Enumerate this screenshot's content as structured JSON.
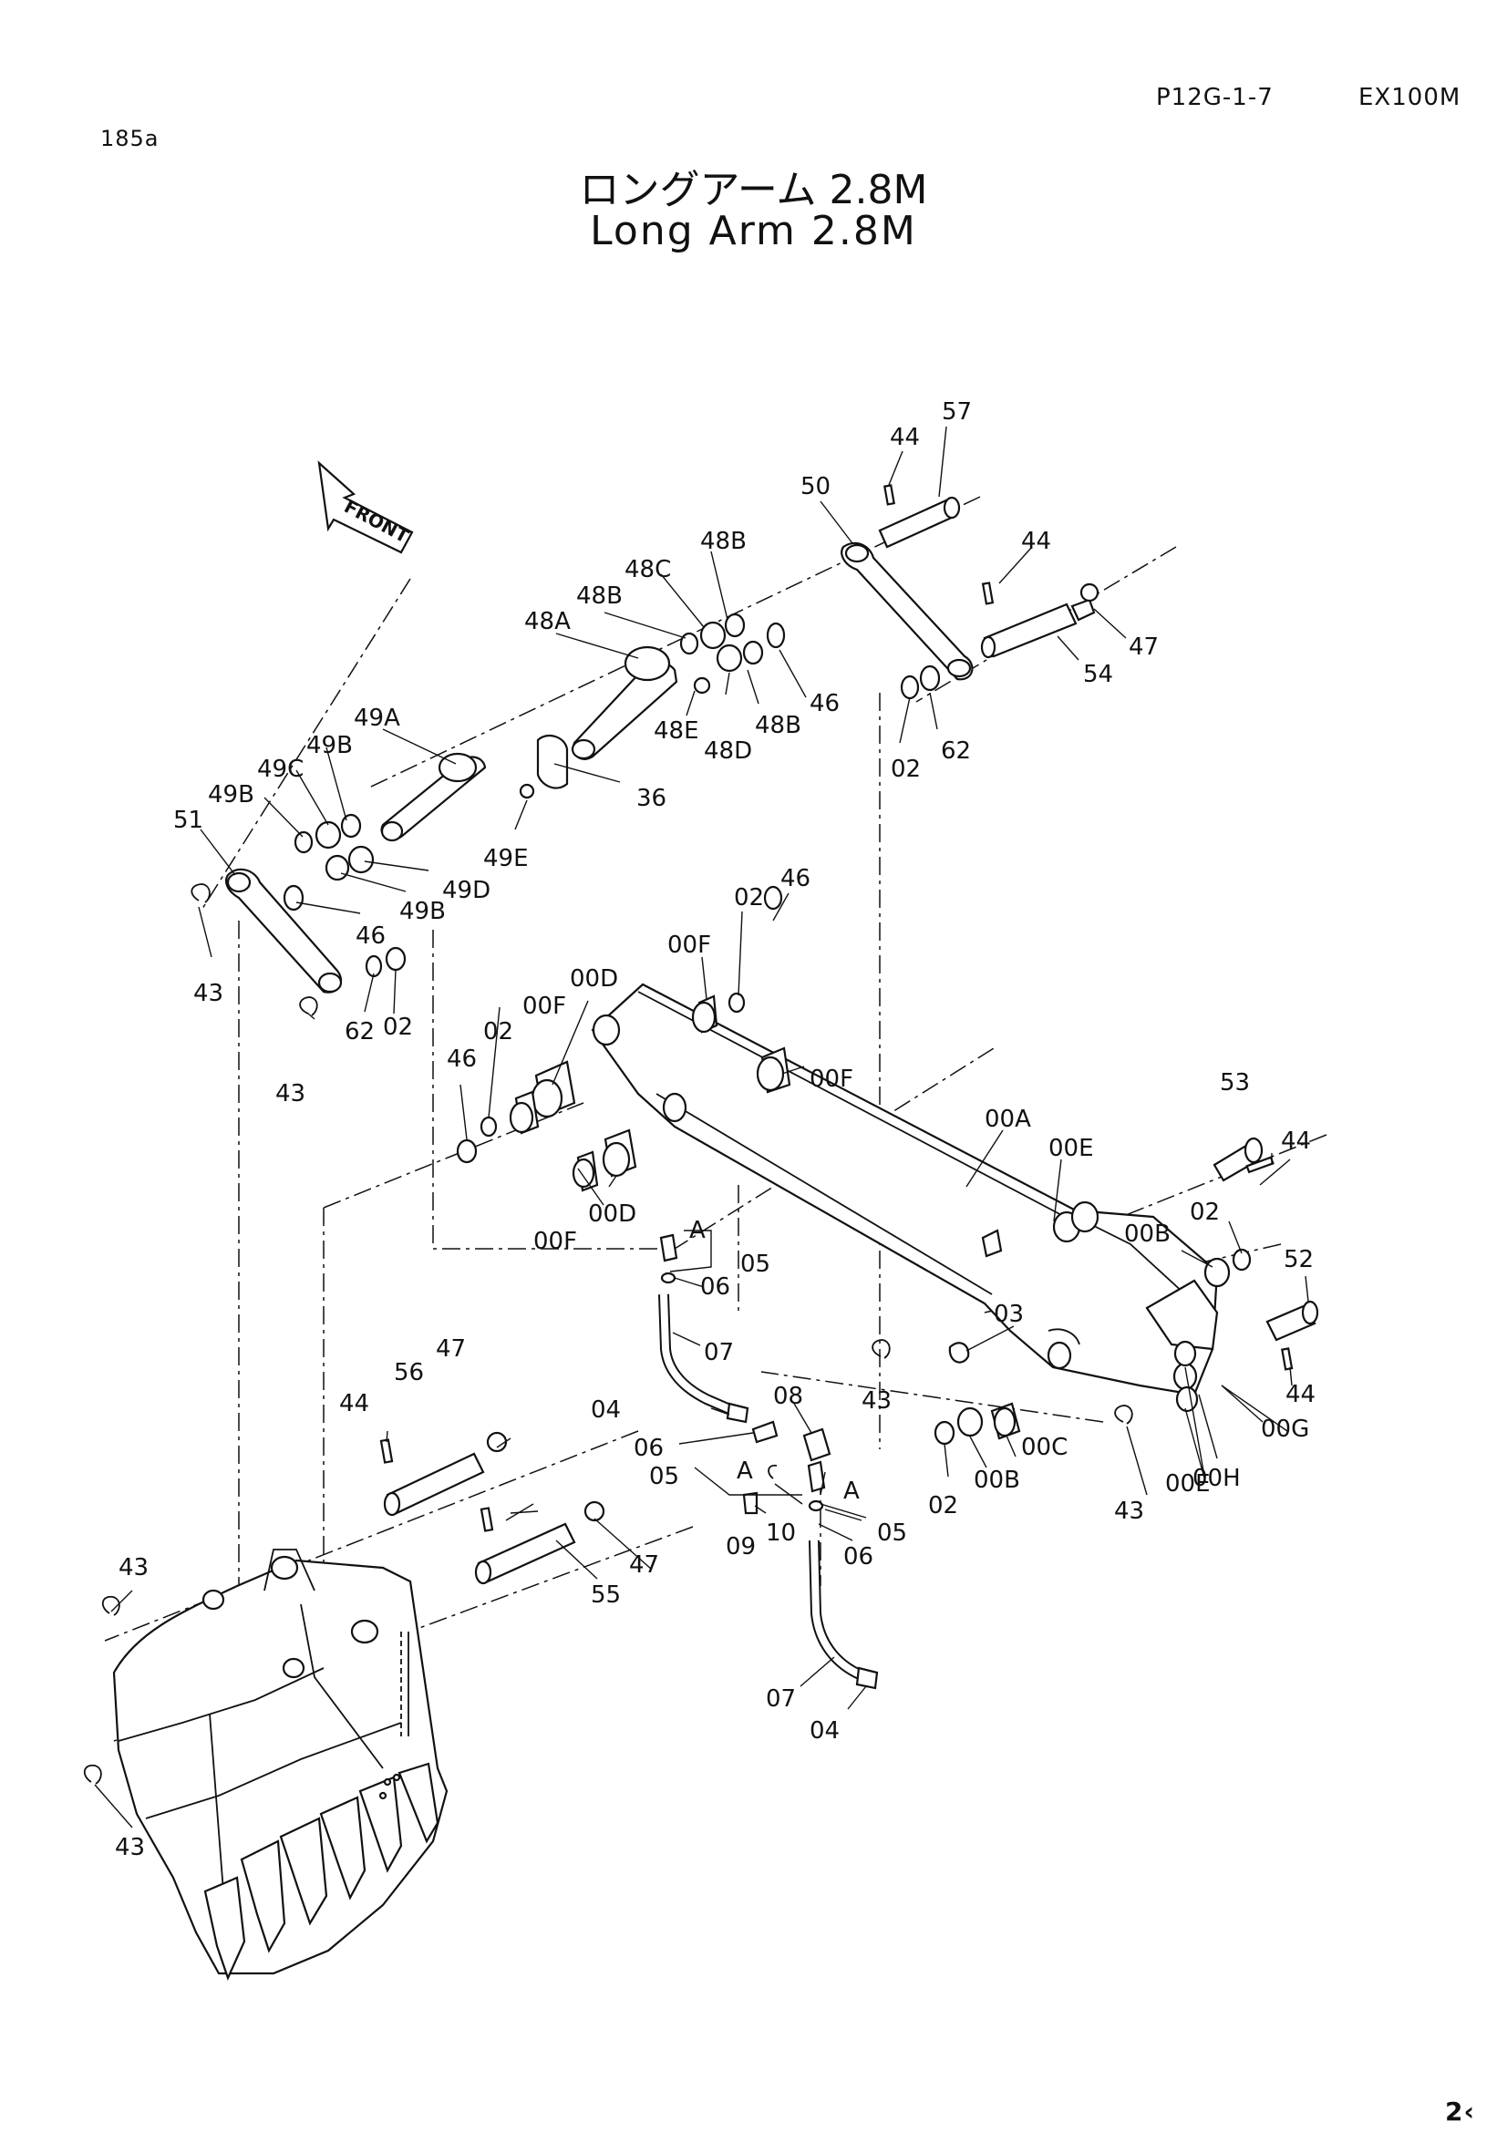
{
  "header": {
    "page_code": "P12G-1-7",
    "model": "EX100M",
    "page_ref": "185a",
    "page_number": "2‹"
  },
  "title": {
    "japanese": "ロングアーム 2.8M",
    "english": "Long Arm 2.8M"
  },
  "front_marker": "FRONT",
  "callouts": [
    "57",
    "44",
    "50",
    "48B",
    "44",
    "48C",
    "48B",
    "47",
    "48A",
    "46",
    "54",
    "48B",
    "62",
    "48E",
    "48D",
    "02",
    "49A",
    "49B",
    "49C",
    "36",
    "49B",
    "49E",
    "51",
    "49D",
    "49B",
    "46",
    "02",
    "46",
    "00F",
    "43",
    "62",
    "02",
    "00D",
    "00F",
    "02",
    "46",
    "43",
    "00F",
    "00A",
    "53",
    "00E",
    "44",
    "00F",
    "00D",
    "02",
    "A",
    "05",
    "00B",
    "06",
    "52",
    "03",
    "07",
    "43",
    "44",
    "47",
    "08",
    "04",
    "56",
    "00C",
    "00G",
    "06",
    "44",
    "05",
    "A",
    "A",
    "02",
    "00B",
    "00H",
    "00E",
    "43",
    "09",
    "10",
    "05",
    "47",
    "06",
    "55",
    "43",
    "07",
    "04",
    "43"
  ],
  "colors": {
    "ink": "#111111",
    "paper": "#ffffff"
  }
}
